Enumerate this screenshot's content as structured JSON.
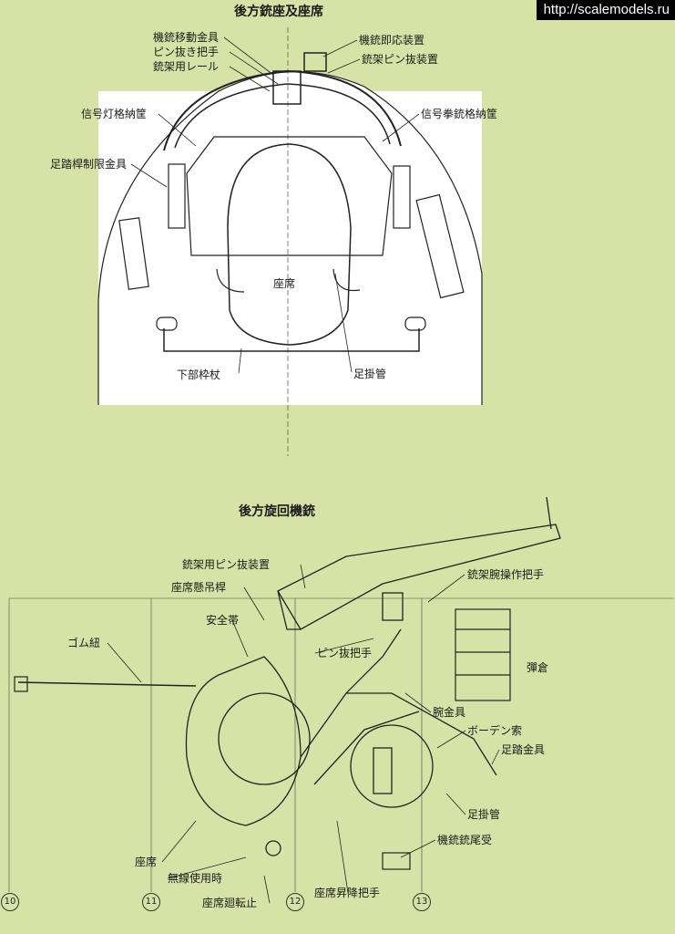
{
  "watermark": "http://scalemodels.ru",
  "top_section": {
    "title": "後方銃座及座席",
    "labels": {
      "gun_move_fitting": "機銃移動金具",
      "pin_pull_handle": "ピン抜き把手",
      "gun_rail": "銃架用レール",
      "gun_lock_device": "機銃即応装置",
      "mount_pin_device": "銃架ピン抜装置",
      "signal_lamp_box": "信号灯格納筐",
      "signal_pistol_box": "信号拳銃格納筐",
      "footrest_limit_fitting": "足踏桿制限金具",
      "seat": "座席",
      "lower_frame": "下部枠杖",
      "foot_tube": "足掛管"
    }
  },
  "bottom_section": {
    "title": "後方旋回機銃",
    "labels": {
      "mount_pin_device": "銃架用ピン抜装置",
      "seat_hanger": "座席懸吊桿",
      "mount_arm_handle": "銃架腕操作把手",
      "safety_belt": "安全帯",
      "rubber_cord": "ゴム紐",
      "pin_handle": "ピン抜把手",
      "magazine": "彈倉",
      "arm_fitting": "腕金具",
      "bowden_cable": "ボーデン索",
      "footrest_fitting": "足踏金具",
      "foot_tube": "足掛管",
      "gun_tail_rest": "機銃銃尾受",
      "seat": "座席",
      "radio_use": "無線使用時",
      "seat_lift_handle": "座席昇降把手",
      "seat_rotation_stop": "座席廻転止"
    },
    "frame_numbers": [
      "10",
      "11",
      "12",
      "13"
    ]
  }
}
